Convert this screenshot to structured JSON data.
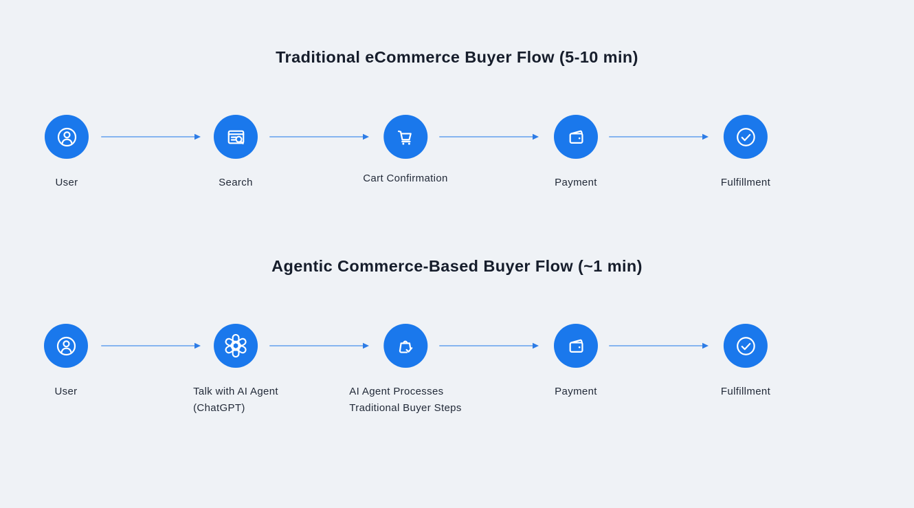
{
  "colors": {
    "background": "#eff2f6",
    "accent": "#1a78ec",
    "icon-stroke": "#ffffff",
    "arrow-line": "#85b4f0",
    "arrow-head": "#2d7ce6",
    "title-text": "#161d2b",
    "label-text": "#222a38"
  },
  "flows": {
    "traditional": {
      "title": "Traditional eCommerce Buyer Flow (5-10 min)",
      "steps": [
        {
          "icon": "user-icon",
          "lines": [
            "User"
          ]
        },
        {
          "icon": "search-icon",
          "lines": [
            "Search"
          ]
        },
        {
          "icon": "cart-icon",
          "lines": [
            "Cart Confirmation"
          ]
        },
        {
          "icon": "wallet-icon",
          "lines": [
            "Payment"
          ]
        },
        {
          "icon": "check-icon",
          "lines": [
            "Fulfillment"
          ]
        }
      ]
    },
    "agentic": {
      "title": "Agentic Commerce-Based Buyer Flow (~1 min)",
      "steps": [
        {
          "icon": "user-icon",
          "lines": [
            "User"
          ]
        },
        {
          "icon": "openai-icon",
          "lines": [
            "Talk with AI Agent",
            "(ChatGPT)"
          ]
        },
        {
          "icon": "bag-check-icon",
          "lines": [
            "AI Agent Processes",
            "Traditional Buyer Steps"
          ]
        },
        {
          "icon": "wallet-icon",
          "lines": [
            "Payment"
          ]
        },
        {
          "icon": "check-icon",
          "lines": [
            "Fulfillment"
          ]
        }
      ]
    }
  }
}
